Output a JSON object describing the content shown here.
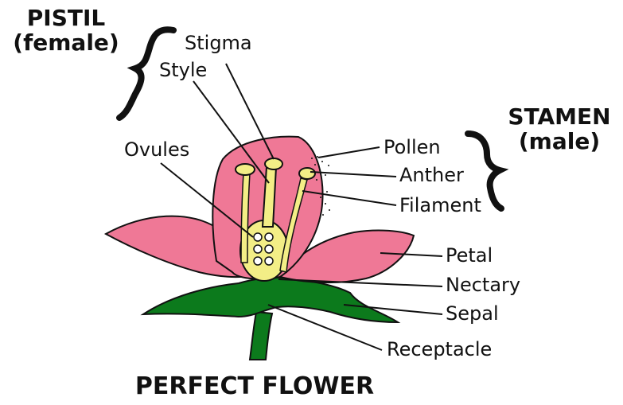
{
  "title": "PERFECT FLOWER",
  "groups": {
    "pistil": {
      "name": "PISTIL",
      "sex": "(female)"
    },
    "stamen": {
      "name": "STAMEN",
      "sex": "(male)"
    }
  },
  "labels": {
    "stigma": "Stigma",
    "style": "Style",
    "ovules": "Ovules",
    "pollen": "Pollen",
    "anther": "Anther",
    "filament": "Filament",
    "petal": "Petal",
    "nectary": "Nectary",
    "sepal": "Sepal",
    "receptacle": "Receptacle"
  },
  "colors": {
    "petal": "#ef7896",
    "sepal": "#0c7a1c",
    "pistil": "#f3ee86",
    "outline": "#111111"
  }
}
